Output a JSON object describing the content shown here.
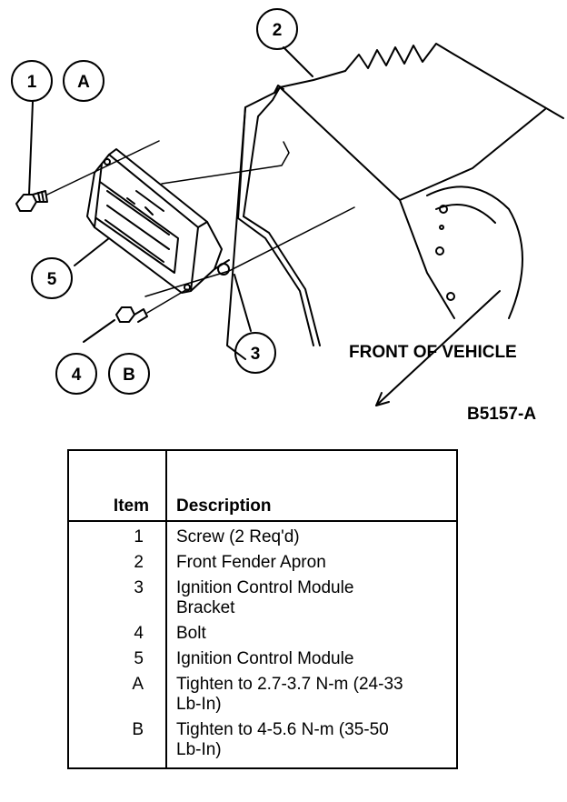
{
  "callouts": {
    "c1": "1",
    "cA": "A",
    "c2": "2",
    "c3": "3",
    "c4": "4",
    "cB": "B",
    "c5": "5"
  },
  "direction_label": "FRONT OF VEHICLE",
  "figure_id": "B5157-A",
  "table": {
    "header_item": "Item",
    "header_description": "Description",
    "rows": [
      {
        "item": "1",
        "description": [
          "Screw (2 Req'd)"
        ]
      },
      {
        "item": "2",
        "description": [
          "Front Fender Apron"
        ]
      },
      {
        "item": "3",
        "description": [
          "Ignition Control Module",
          "Bracket"
        ]
      },
      {
        "item": "4",
        "description": [
          "Bolt"
        ]
      },
      {
        "item": "5",
        "description": [
          "Ignition Control Module"
        ]
      },
      {
        "item": "A",
        "description": [
          "Tighten to 2.7-3.7 N-m (24-33",
          "Lb-In)"
        ]
      },
      {
        "item": "B",
        "description": [
          "Tighten to 4-5.6 N-m (35-50",
          "Lb-In)"
        ]
      }
    ]
  }
}
